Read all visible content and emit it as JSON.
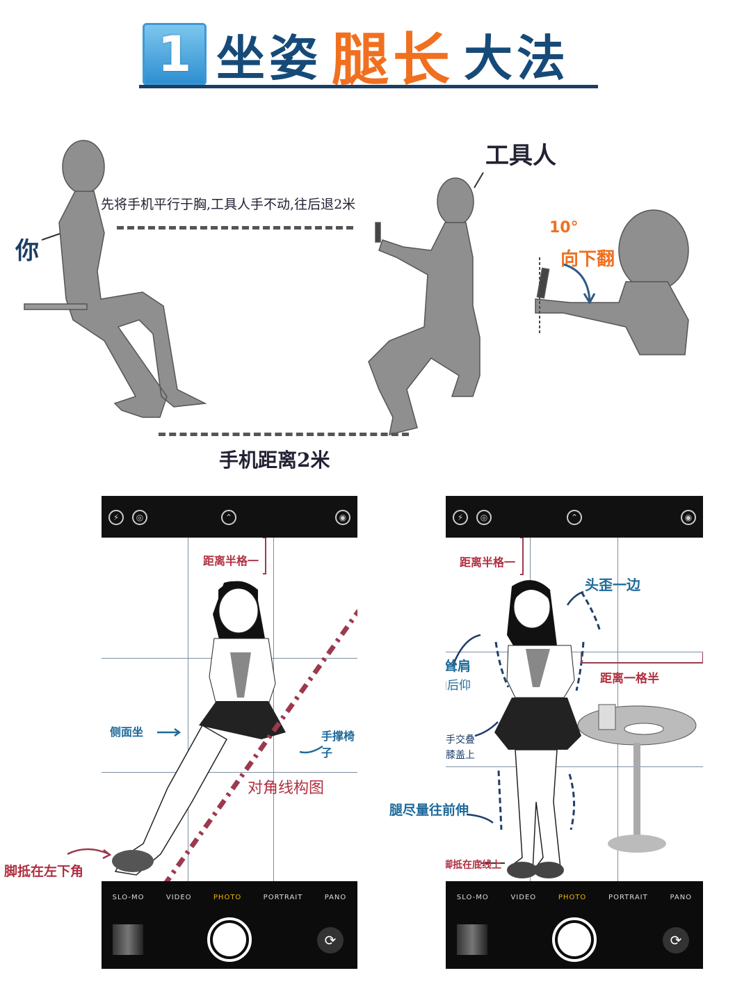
{
  "title": {
    "number": "1",
    "part1": "坐姿",
    "highlight": "腿长",
    "part2": "大法"
  },
  "colors": {
    "title_blue": "#164a78",
    "highlight_orange": "#f07020",
    "figure_gray": "#8f8f8f",
    "annotation_red": "#b03040",
    "annotation_blue": "#1f6a9a"
  },
  "top": {
    "you": "你",
    "helper": "工具人",
    "instruction": "先将手机平行于胸,工具人手不动,往后退2米",
    "distance": "手机距离2米",
    "angle": "10°",
    "tilt": "向下翻"
  },
  "camera": {
    "modes": [
      "SLO-MO",
      "VIDEO",
      "PHOTO",
      "PORTRAIT",
      "PANO"
    ],
    "active_mode": "PHOTO",
    "icons": [
      "flash-off-icon",
      "live-off-icon",
      "chevron-up-icon",
      "live-photo-icon"
    ]
  },
  "left_phone": {
    "half_grid": "距离半格一",
    "side_sit": "侧面坐",
    "hand_chair": "手撑椅子",
    "diagonal": "对角线构图",
    "foot_corner": "脚抵在左下角"
  },
  "right_phone": {
    "half_grid": "距离半格一",
    "head_tilt": "头歪一边",
    "shoulder1": "微耸肩",
    "shoulder2": "向后仰",
    "hands1": "双手交叠",
    "hands2": "放在膝盖上",
    "one_half": "距离一格半",
    "legs": "腿尽量往前伸",
    "foot_line": "脚抵在底线上"
  }
}
